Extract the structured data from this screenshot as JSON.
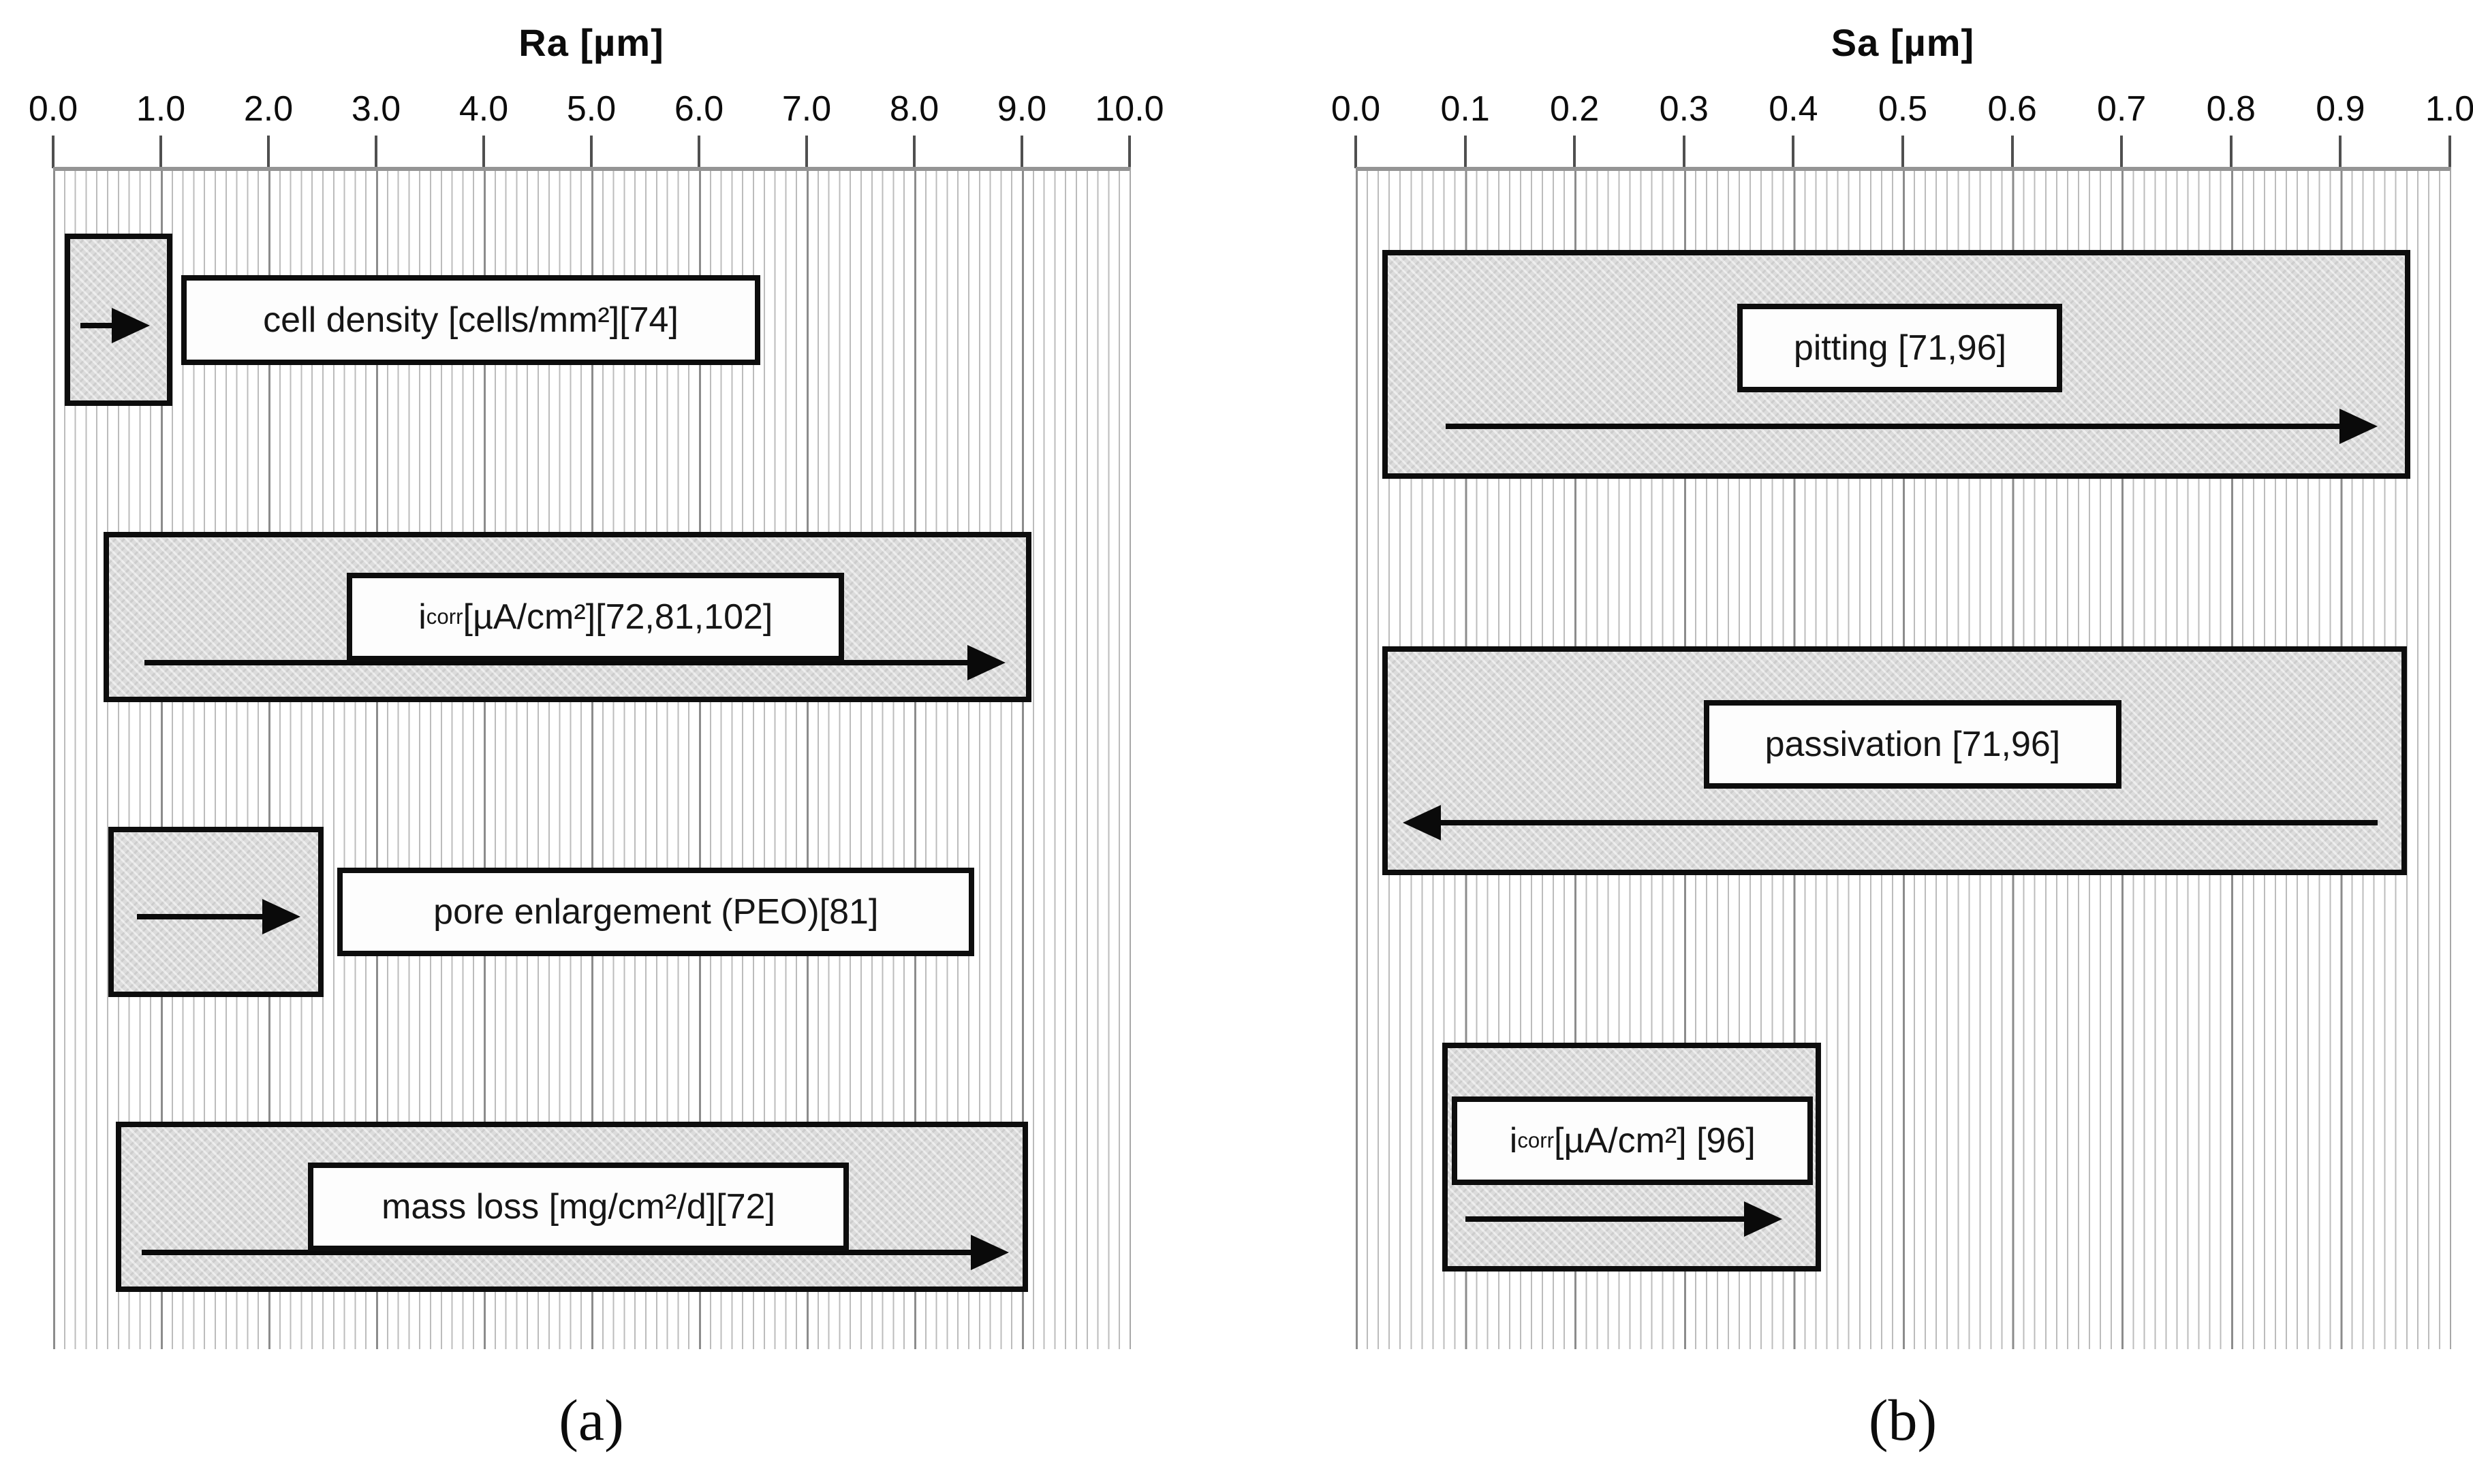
{
  "figure": {
    "captions": {
      "a": "(a)",
      "b": "(b)"
    },
    "colors": {
      "background": "#ffffff",
      "bar_fill": "#dcdcdc",
      "bar_border": "#0d0d0d",
      "label_box_fill": "#fdfdfd",
      "grid_minor": "#bcbcbc",
      "grid_major": "#8c8c8c",
      "axis_line": "#949494",
      "text": "#0c0c0c"
    }
  },
  "chart_data": [
    {
      "type": "bar",
      "panel": "a",
      "title": "Ra [µm]",
      "caption": "(a)",
      "xlabel": "Ra [µm]",
      "axis": {
        "min": 0.0,
        "max": 10.0,
        "major_step": 1.0,
        "minor_step": 0.1,
        "grid": true,
        "tick_labels": [
          "0.0",
          "1.0",
          "2.0",
          "3.0",
          "4.0",
          "5.0",
          "6.0",
          "7.0",
          "8.0",
          "9.0",
          "10.0"
        ]
      },
      "bars": [
        {
          "name": "cell-density",
          "label_text": "cell density [cells/mm²][74]",
          "label_parts": [
            {
              "t": "cell density [cells/mm²][74]"
            }
          ],
          "x0": 0.11,
          "x1": 1.11,
          "y_top": 0.0532,
          "y_h": 0.1462,
          "label": {
            "x0": 1.19,
            "x1": 6.57,
            "y_top": 0.0884,
            "y_h": 0.0763,
            "inside": false
          },
          "arrow": {
            "x0": 0.25,
            "x1": 0.9,
            "y": 0.1312,
            "dir": "right"
          }
        },
        {
          "name": "icorr-a",
          "label_text": "icorr [µA/cm²][72,81,102]",
          "label_parts": [
            {
              "t": "i"
            },
            {
              "t": "corr",
              "sub": true
            },
            {
              "t": " [µA/cm²][72,81,102]"
            }
          ],
          "x0": 0.47,
          "x1": 9.09,
          "y_top": 0.3064,
          "y_h": 0.1445,
          "label": {
            "x0": 2.73,
            "x1": 7.35,
            "y_top": 0.341,
            "y_h": 0.0751,
            "inside": true
          },
          "arrow": {
            "x0": 0.85,
            "x1": 8.85,
            "y": 0.4173,
            "dir": "right"
          }
        },
        {
          "name": "pore-enlargement",
          "label_text": "pore enlargement (PEO)[81]",
          "label_parts": [
            {
              "t": "pore enlargement (PEO)[81]"
            }
          ],
          "x0": 0.51,
          "x1": 2.51,
          "y_top": 0.5566,
          "y_h": 0.1445,
          "label": {
            "x0": 2.64,
            "x1": 8.56,
            "y_top": 0.5913,
            "y_h": 0.0751,
            "inside": false
          },
          "arrow": {
            "x0": 0.78,
            "x1": 2.3,
            "y": 0.6331,
            "dir": "right"
          }
        },
        {
          "name": "mass-loss",
          "label_text": "mass loss [mg/cm²/d][72]",
          "label_parts": [
            {
              "t": "mass loss [mg/cm²/d][72]"
            }
          ],
          "x0": 0.58,
          "x1": 9.06,
          "y_top": 0.8069,
          "y_h": 0.1445,
          "label": {
            "x0": 2.37,
            "x1": 7.39,
            "y_top": 0.8416,
            "y_h": 0.0751,
            "inside": true
          },
          "arrow": {
            "x0": 0.82,
            "x1": 8.88,
            "y": 0.918,
            "dir": "right"
          }
        }
      ]
    },
    {
      "type": "bar",
      "panel": "b",
      "title": "Sa [µm]",
      "caption": "(b)",
      "xlabel": "Sa [µm]",
      "axis": {
        "min": 0.0,
        "max": 1.0,
        "major_step": 0.1,
        "minor_step": 0.01,
        "grid": true,
        "tick_labels": [
          "0.0",
          "0.1",
          "0.2",
          "0.3",
          "0.4",
          "0.5",
          "0.6",
          "0.7",
          "0.8",
          "0.9",
          "1.0"
        ]
      },
      "bars": [
        {
          "name": "pitting",
          "label_text": "pitting [71,96]",
          "label_parts": [
            {
              "t": "pitting [71,96]"
            }
          ],
          "x0": 0.024,
          "x1": 0.964,
          "y_top": 0.0671,
          "y_h": 0.1942,
          "label": {
            "x0": 0.349,
            "x1": 0.646,
            "y_top": 0.1127,
            "y_h": 0.0751,
            "inside": true
          },
          "arrow": {
            "x0": 0.082,
            "x1": 0.934,
            "y": 0.2168,
            "dir": "right"
          }
        },
        {
          "name": "passivation",
          "label_text": "passivation [71,96]",
          "label_parts": [
            {
              "t": "passivation  [71,96]"
            }
          ],
          "x0": 0.024,
          "x1": 0.961,
          "y_top": 0.4035,
          "y_h": 0.1942,
          "label": {
            "x0": 0.318,
            "x1": 0.7,
            "y_top": 0.4491,
            "y_h": 0.0751,
            "inside": true
          },
          "arrow": {
            "x0": 0.043,
            "x1": 0.934,
            "y": 0.5532,
            "dir": "left"
          }
        },
        {
          "name": "icorr-b",
          "label_text": "icorr [µA/cm²] [96]",
          "label_parts": [
            {
              "t": "i"
            },
            {
              "t": "corr",
              "sub": true
            },
            {
              "t": " [µA/cm²] [96]"
            }
          ],
          "x0": 0.079,
          "x1": 0.425,
          "y_top": 0.7399,
          "y_h": 0.1942,
          "label": {
            "x0": 0.088,
            "x1": 0.418,
            "y_top": 0.7855,
            "y_h": 0.0751,
            "inside": true
          },
          "arrow": {
            "x0": 0.1,
            "x1": 0.39,
            "y": 0.8896,
            "dir": "right"
          }
        }
      ]
    }
  ]
}
